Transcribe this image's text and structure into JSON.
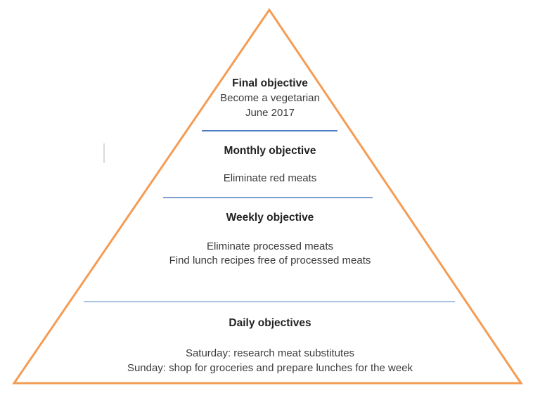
{
  "pyramid": {
    "outline_color": "#F59C54",
    "text_color": "#3b3b3b",
    "heading_color": "#222222",
    "levels": [
      {
        "heading": "Final objective",
        "lines": [
          "Become a vegetarian",
          "June 2017"
        ]
      },
      {
        "heading": "Monthly objective",
        "lines": [
          "Eliminate red meats"
        ]
      },
      {
        "heading": "Weekly objective",
        "lines": [
          "Eliminate processed meats",
          "Find lunch recipes free of processed meats"
        ]
      },
      {
        "heading": "Daily objectives",
        "lines": [
          "Saturday: research meat substitutes",
          "Sunday: shop for groceries and prepare lunches for the week"
        ]
      }
    ],
    "divider_colors": [
      "#4E7CBE",
      "#7FA0CC",
      "#A9C3E3"
    ]
  }
}
